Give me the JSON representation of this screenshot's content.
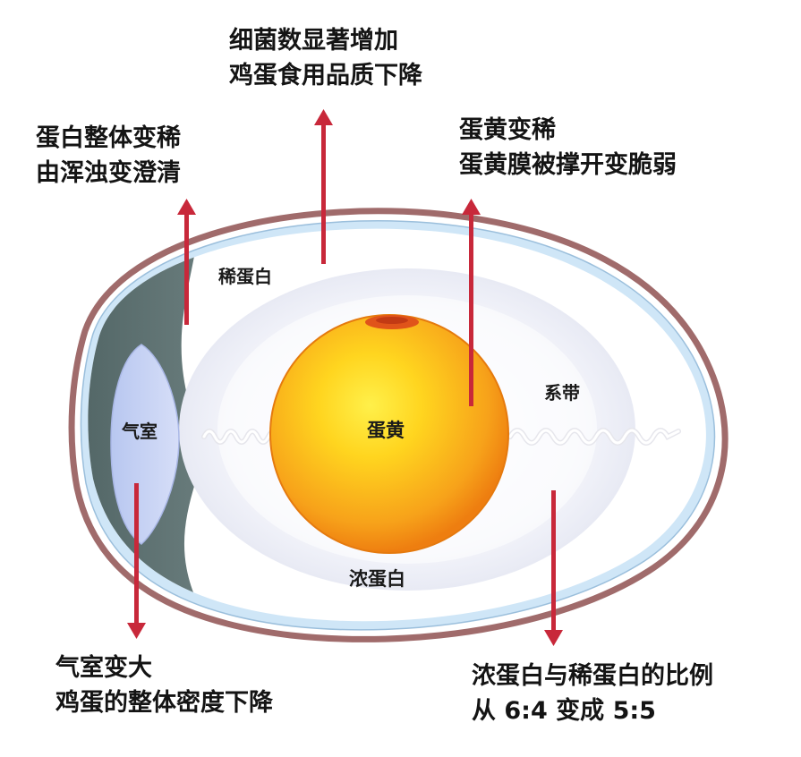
{
  "labels": {
    "thin_white": "稀蛋白",
    "thick_white": "浓蛋白",
    "yolk": "蛋黄",
    "air_cell": "气室",
    "chalaza": "系带"
  },
  "annotations": {
    "bacteria": {
      "line1": "细菌数显著增加",
      "line2": "鸡蛋食用品质下降"
    },
    "white": {
      "line1": "蛋白整体变稀",
      "line2": "由浑浊变澄清"
    },
    "yolk": {
      "line1": "蛋黄变稀",
      "line2": "蛋黄膜被撑开变脆弱"
    },
    "air_cell": {
      "line1": "气室变大",
      "line2": "鸡蛋的整体密度下降"
    },
    "ratio": {
      "line1": "浓蛋白与稀蛋白的比例",
      "line2": "从 6:4 变成 5:5"
    }
  },
  "colors": {
    "arrow": "#c8283a",
    "shell": "#a06b6b",
    "membrane": "#cfe6f7",
    "air_cell": "#c6d2f5",
    "yolk_center": "#ffd51f",
    "yolk_edge": "#f38a12"
  }
}
